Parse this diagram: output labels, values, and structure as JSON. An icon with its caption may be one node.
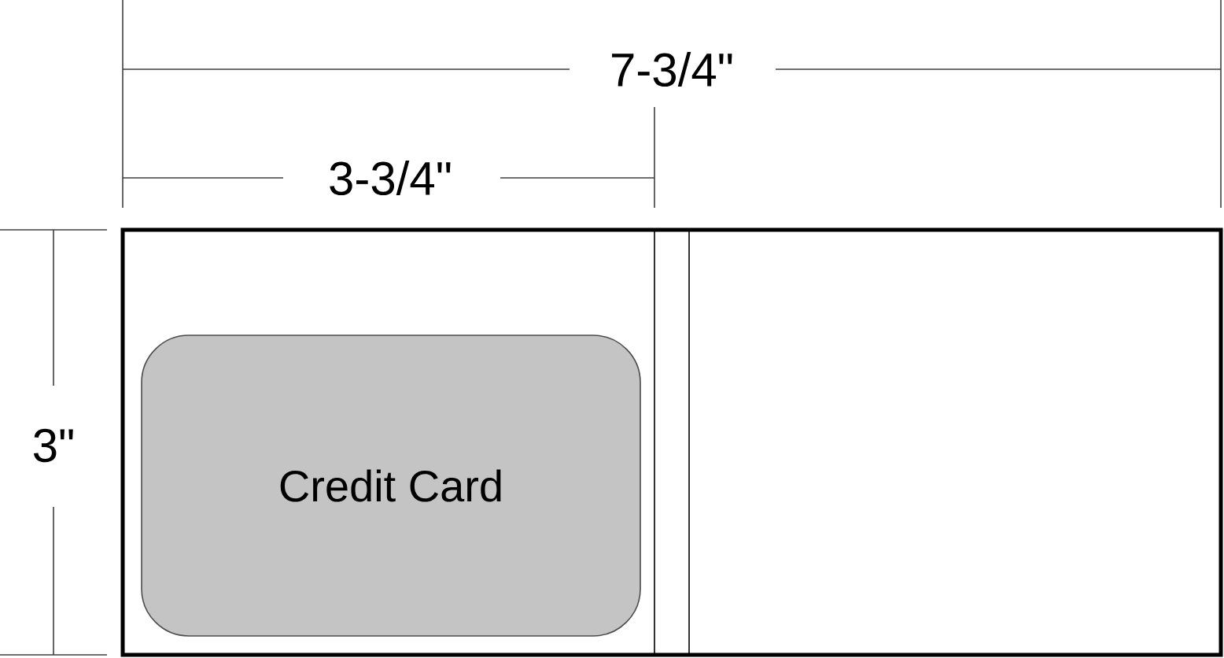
{
  "diagram": {
    "nodes": [
      {
        "text": [],
        "shape": "box"
      },
      {
        "text": [
          "Credit Card"
        ],
        "in": 0
      }
    ],
    "labels": [
      "7-3/4\"",
      "3-3/4\"",
      "3\""
    ]
  }
}
